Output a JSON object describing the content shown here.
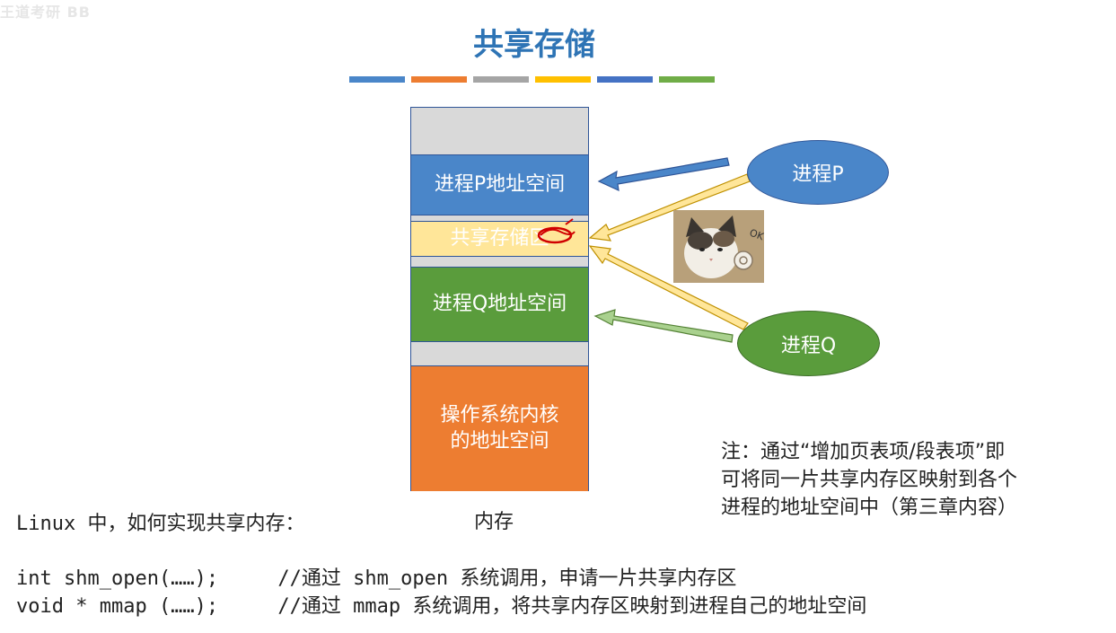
{
  "title": "共享存储",
  "color_bars": [
    "#4a86c9",
    "#ed7d31",
    "#a5a5a5",
    "#ffc000",
    "#4472c4",
    "#70ad47"
  ],
  "memory": {
    "segment_p": "进程P地址空间",
    "segment_shared": "共享存储区",
    "segment_q": "进程Q地址空间",
    "segment_os_line1": "操作系统内核",
    "segment_os_line2": "的地址空间",
    "label": "内存"
  },
  "processes": {
    "p": "进程P",
    "q": "进程Q"
  },
  "note": {
    "line1": "注：通过“增加页表项/段表项”即",
    "line2": "可将同一片共享内存区映射到各个",
    "line3": "进程的地址空间中（第三章内容）"
  },
  "code": {
    "heading": "Linux 中，如何实现共享内存：",
    "line1": "int shm_open(……);     //通过 shm_open 系统调用，申请一片共享内存区",
    "line2": "void * mmap (……);     //通过 mmap 系统调用，将共享内存区映射到进程自己的地址空间"
  },
  "watermark": "王道考研 BB",
  "decorations": {
    "cat_sticker_text": "OK"
  }
}
